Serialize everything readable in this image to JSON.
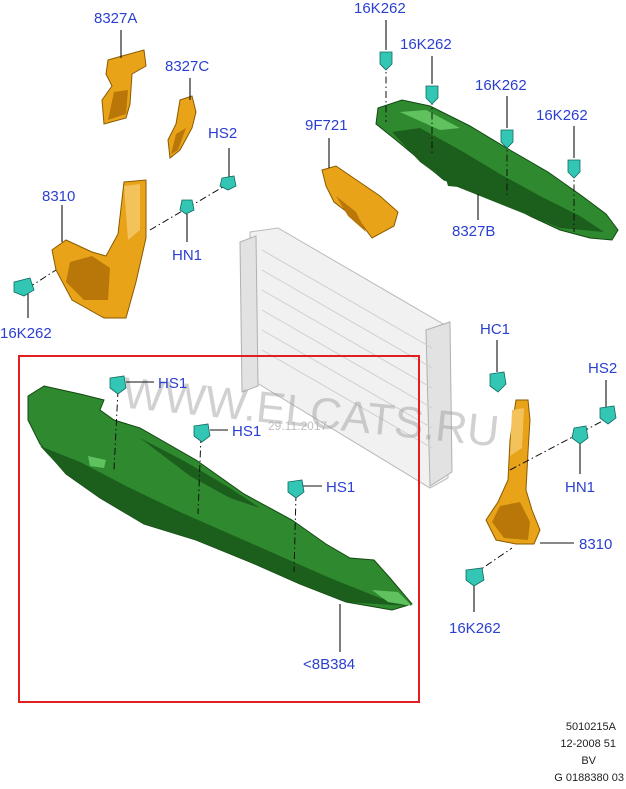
{
  "labels": {
    "l_8327a": "8327A",
    "l_8327c": "8327C",
    "l_hs2_top": "HS2",
    "l_8310_left": "8310",
    "l_hn1_left": "HN1",
    "l_16k262_bl": "16K262",
    "l_9f721": "9F721",
    "l_16k262_t1": "16K262",
    "l_16k262_t2": "16K262",
    "l_16k262_t3": "16K262",
    "l_16k262_t4": "16K262",
    "l_8327b": "8327B",
    "l_hc1": "HC1",
    "l_hs2_right": "HS2",
    "l_hn1_right": "HN1",
    "l_8310_right": "8310",
    "l_16k262_br": "16K262",
    "l_hs1_a": "HS1",
    "l_hs1_b": "HS1",
    "l_hs1_c": "HS1",
    "l_8b384": "<8B384"
  },
  "watermark": "WWW.ELCATS.RU",
  "stamp": "29.11.2017",
  "footer": {
    "line1": "5010215A",
    "line2": "12-2008 51",
    "line3": "BV",
    "line4": "G 0188380 03"
  },
  "colors": {
    "label_blue": "#2b3fd0",
    "part_orange": "#e8a318",
    "part_green": "#2f8a2f",
    "clip_teal": "#33c6b4",
    "highlight_red": "#e0201e"
  }
}
